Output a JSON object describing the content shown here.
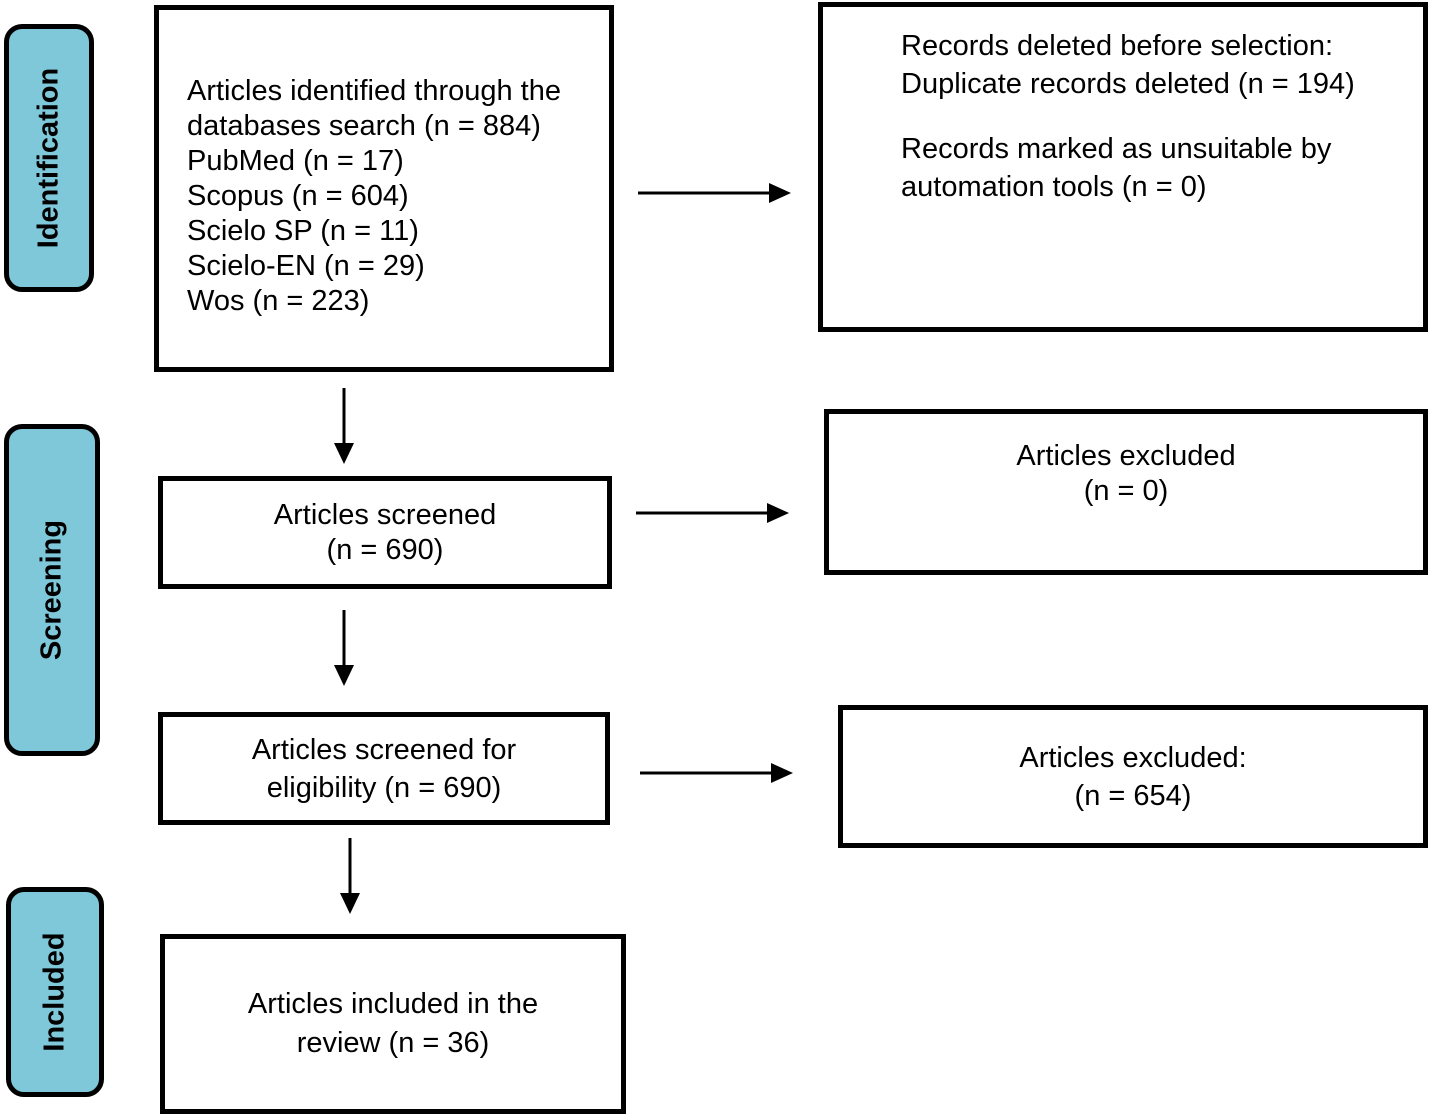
{
  "stages": {
    "identification": "Identification",
    "screening": "Screening",
    "included": "Included"
  },
  "identified": {
    "lines": [
      "Articles identified through the",
      "databases search (n = 884)",
      "PubMed (n = 17)",
      "Scopus (n = 604)",
      "Scielo SP (n = 11)",
      "Scielo-EN (n = 29)",
      "Wos (n = 223)"
    ]
  },
  "removed": {
    "line1": "Records deleted before selection:",
    "line2": "Duplicate records deleted (n = 194)",
    "line3": "Records marked as unsuitable by",
    "line4": "automation tools (n = 0)"
  },
  "screened": {
    "line1": "Articles screened",
    "line2": "(n = 690)"
  },
  "excluded_screening": {
    "line1": "Articles excluded",
    "line2": "(n = 0)"
  },
  "eligibility": {
    "line1": "Articles screened for",
    "line2": "eligibility (n = 690)"
  },
  "excluded_eligibility": {
    "line1": "Articles excluded:",
    "line2": "(n = 654)"
  },
  "included": {
    "line1": "Articles included in the",
    "line2": "review (n = 36)"
  },
  "colors": {
    "stage_fill": "#7ec8da",
    "stroke": "#000000",
    "box_fill": "#ffffff"
  }
}
